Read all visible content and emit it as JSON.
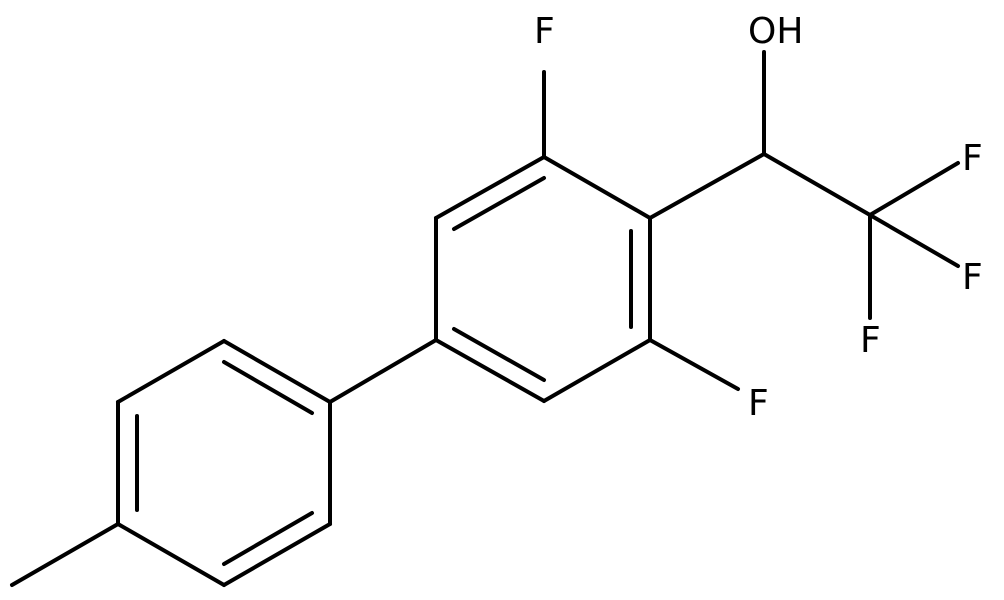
{
  "molecule": {
    "atoms": {
      "f_top": "F",
      "hydroxyl": "OH",
      "f_cf3_top": "F",
      "f_cf3_right": "F",
      "f_cf3_bottom": "F",
      "f_ring_bottom": "F"
    }
  }
}
